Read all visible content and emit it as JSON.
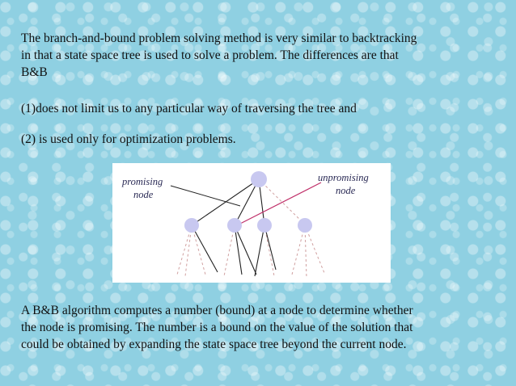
{
  "slide": {
    "paragraph_1": "The branch-and-bound problem solving method is very similar to backtracking\nin that  a state space tree is used to solve a problem. The differences are that\nB&B",
    "paragraph_2": "(1)does not limit us to any particular way of traversing the tree and",
    "paragraph_3": "(2) is used only for optimization problems.",
    "paragraph_4": "A B&B algorithm computes a number (bound) at a node to determine whether\nthe node  is promising. The number is a bound on the value of the solution that\ncould be  obtained by expanding the state space tree beyond the current node."
  },
  "diagram": {
    "label_promising_line1": "promising",
    "label_promising_line2": "node",
    "label_unpromising_line1": "unpromising",
    "label_unpromising_line2": "node",
    "colors": {
      "node_fill": "#c8c8f0",
      "edge": "#222222",
      "dashed_edge": "#d0a0a0",
      "pointer": "#c0306a"
    }
  }
}
